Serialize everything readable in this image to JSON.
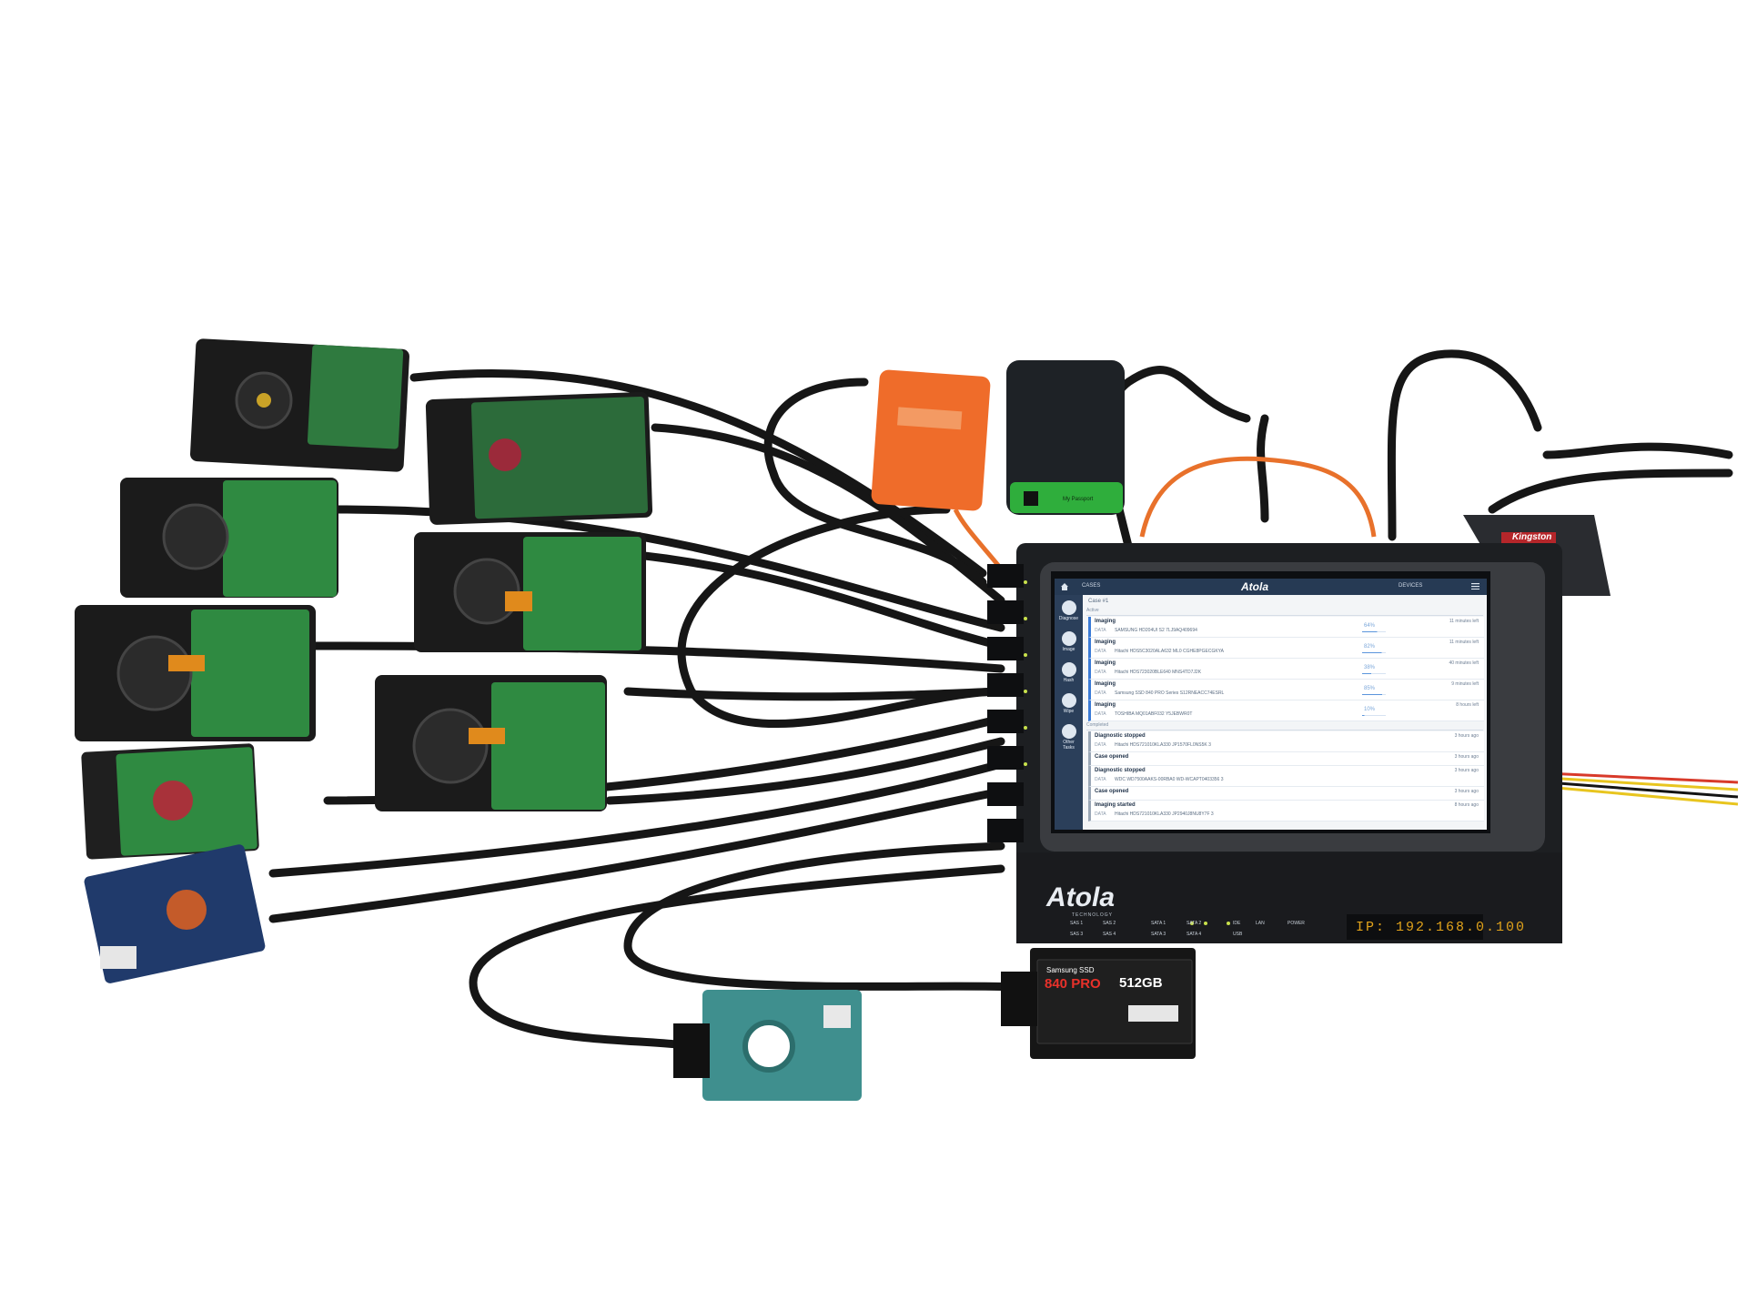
{
  "screen": {
    "topbar": {
      "tab_cases": "CASES",
      "logo": "Atola",
      "tab_devices": "DEVICES"
    },
    "sidebar": [
      {
        "label": "Diagnose"
      },
      {
        "label": "Image"
      },
      {
        "label": "Hash"
      },
      {
        "label": "Wipe"
      },
      {
        "label": "Other Tasks"
      }
    ],
    "breadcrumb": "Case #1",
    "section_active": "Active",
    "section_completed": "Completed",
    "active_tasks": [
      {
        "title": "Imaging",
        "source_tag": "DATA",
        "device": "SAMSUNG HD204UI S2 7LJ9AQ409694",
        "progress": "64%",
        "time": "11 minutes left"
      },
      {
        "title": "Imaging",
        "source_tag": "DATA",
        "device": "Hitachi HDS5C3020ALA632 ML0 CGHE8PGECGKYA",
        "progress": "82%",
        "time": "11 minutes left"
      },
      {
        "title": "Imaging",
        "source_tag": "DATA",
        "device": "Hitachi HDS723020BLE640 MNS4TD7J2K",
        "progress": "38%",
        "time": "40 minutes left"
      },
      {
        "title": "Imaging",
        "source_tag": "DATA",
        "device": "Samsung SSD 840 PRO Series S12RNEACC74ESRL",
        "progress": "85%",
        "time": "9 minutes left"
      },
      {
        "title": "Imaging",
        "source_tag": "DATA",
        "device": "TOSHIBA MQ01ABF032 Y5JEBWR0T",
        "progress": "10%",
        "time": "8 hours left"
      }
    ],
    "completed_tasks": [
      {
        "title": "Diagnostic stopped",
        "source_tag": "DATA",
        "device": "Hitachi HDS721010KLA330 JP1570FL0NS5K 3",
        "time": "3 hours ago"
      },
      {
        "title": "Case opened",
        "source_tag": "",
        "device": "",
        "time": "3 hours ago"
      },
      {
        "title": "Diagnostic stopped",
        "source_tag": "DATA",
        "device": "WDC WD7500AAKS-00RBA0 WD-WCAPT0403356 3",
        "time": "3 hours ago"
      },
      {
        "title": "Case opened",
        "source_tag": "",
        "device": "",
        "time": "3 hours ago"
      },
      {
        "title": "Imaging started",
        "source_tag": "DATA",
        "device": "Hitachi HDS721010KLA330 JP2940J8NU8Y7F 3",
        "time": "8 hours ago"
      }
    ]
  },
  "device_body": {
    "brand": "Atola",
    "brand_sub": "TECHNOLOGY",
    "ip_display": "IP: 192.168.0.100",
    "port_labels": [
      "SAS 1",
      "SAS 2",
      "SATA 1",
      "SATA 2",
      "IDE",
      "LAN",
      "POWER",
      "SAS 3",
      "SAS 4",
      "SATA 3",
      "SATA 4",
      "USB"
    ]
  },
  "ssd_label": {
    "brand": "Samsung SSD",
    "model": "840 PRO",
    "capacity": "512GB"
  },
  "card_reader_label": "Kingston",
  "passport_label": "My Passport",
  "colors": {
    "screen_bar": "#263a54",
    "accent_blue": "#3b7bd6",
    "device_body": "#1d1f22",
    "pcb_green": "#2f7a3f",
    "orange_drive": "#ef6c2a",
    "ip_led": "#e0a21b"
  }
}
